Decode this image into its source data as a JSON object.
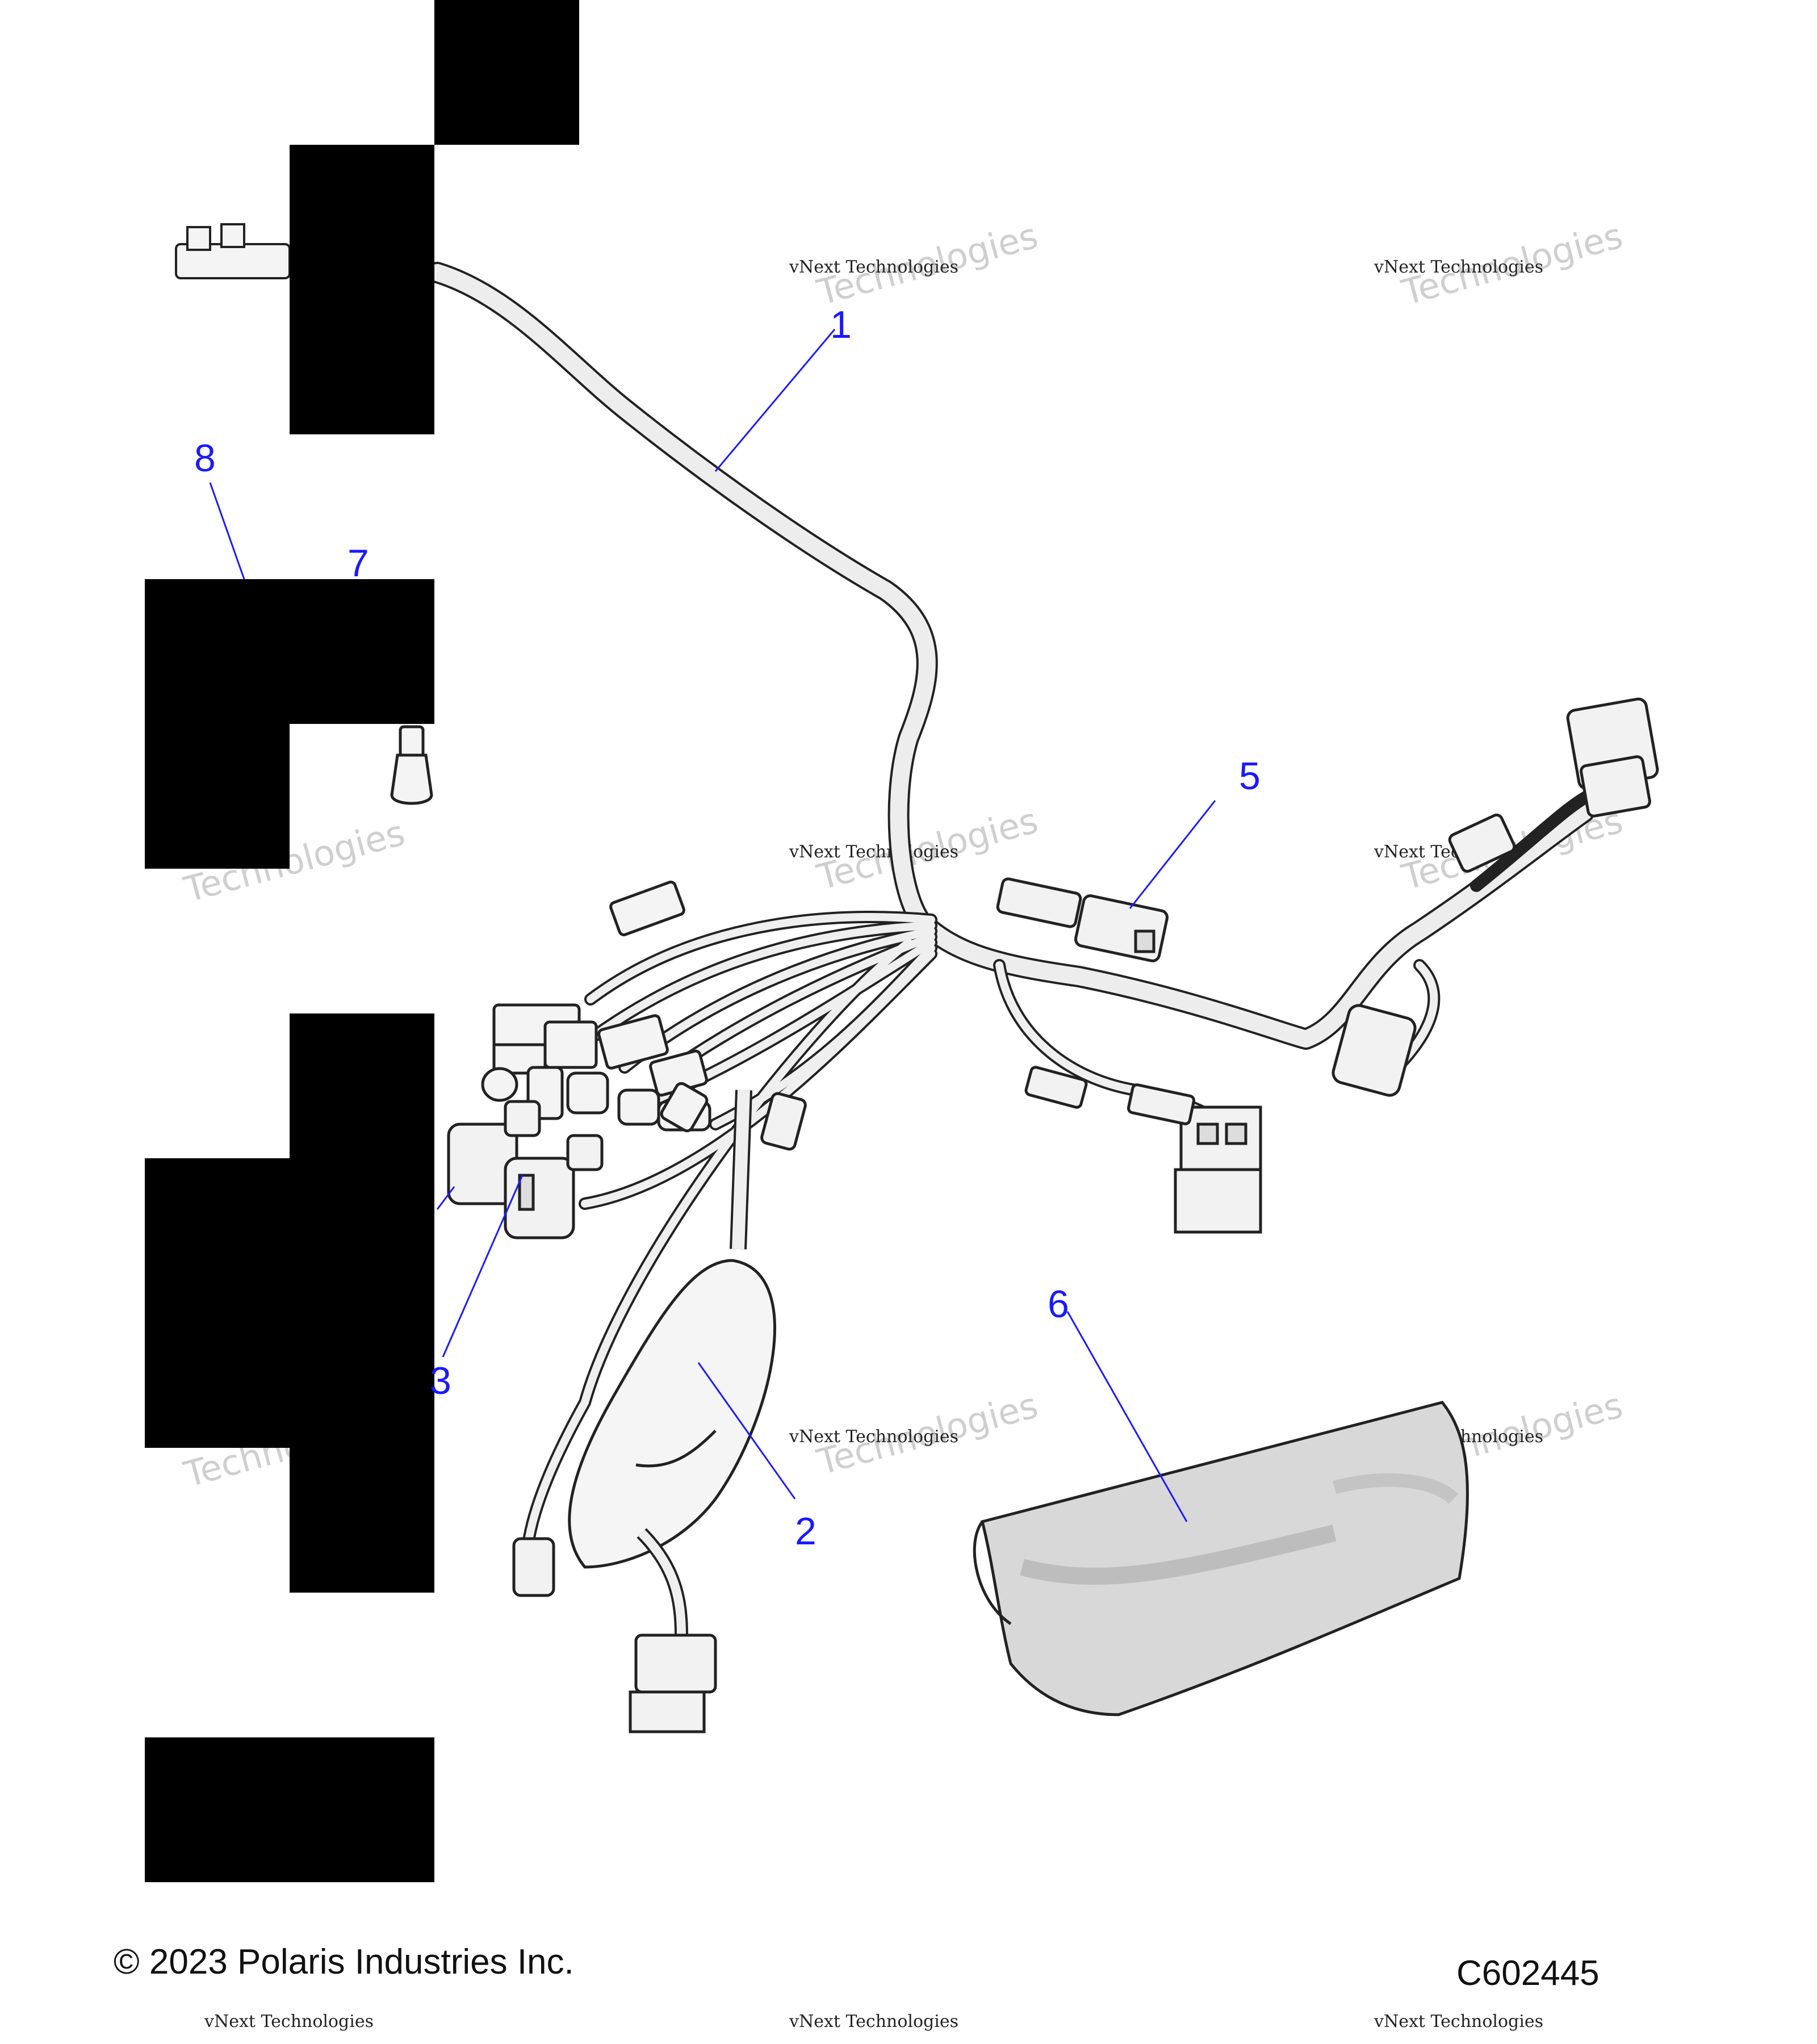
{
  "callouts": [
    {
      "id": "1",
      "text": "1"
    },
    {
      "id": "2",
      "text": "2"
    },
    {
      "id": "3",
      "text": "3"
    },
    {
      "id": "5",
      "text": "5"
    },
    {
      "id": "6",
      "text": "6"
    },
    {
      "id": "7",
      "text": "7"
    },
    {
      "id": "8",
      "text": "8"
    }
  ],
  "watermark": {
    "line1": "vNext Technologies",
    "line2": "vNext",
    "line3": "Technologies"
  },
  "footer": {
    "copyright": "© 2023 Polaris Industries Inc.",
    "diagram_code": "C602445"
  },
  "colors": {
    "callout": "#1a1aff",
    "redaction": "#000000",
    "outline": "#222222",
    "fill": "#eeeeee"
  }
}
